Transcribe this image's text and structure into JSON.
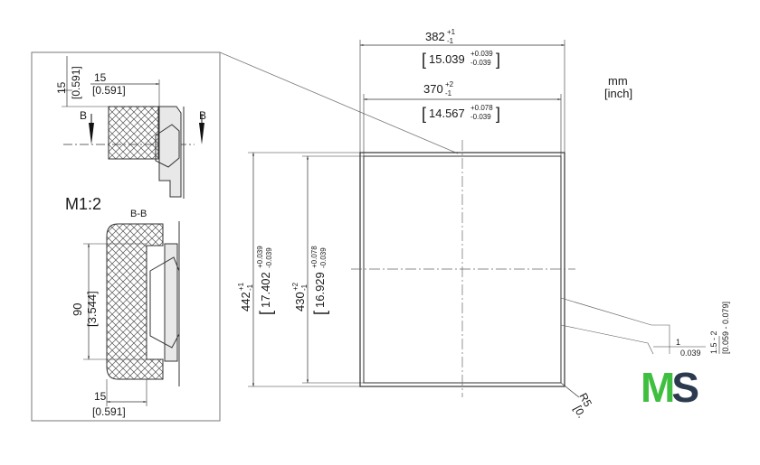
{
  "drawing": {
    "units": {
      "mm": "mm",
      "inch": "[inch]"
    },
    "top_dims": [
      {
        "mm": "382",
        "tol": "+1",
        "tol2": "-1",
        "inch": "15.039",
        "itol": "+0.039",
        "itol2": "-0.039"
      },
      {
        "mm": "370",
        "tol": "+2",
        "tol2": "-1",
        "inch": "14.567",
        "itol": "+0.078",
        "itol2": "-0.039"
      }
    ],
    "left_dims": [
      {
        "mm": "442",
        "tol": "+1",
        "tol2": "-1",
        "inch": "17.402",
        "itol": "+0.039",
        "itol2": "-0.039"
      },
      {
        "mm": "430",
        "tol": "+2",
        "tol2": "-1",
        "inch": "16.929",
        "itol": "+0.078",
        "itol2": "-0.039"
      }
    ],
    "right_dims": [
      {
        "mm": "1",
        "inch": "0.039"
      },
      {
        "mm": "1.5 - 2",
        "inch": "[0.059 - 0.079]"
      }
    ],
    "radius_label": {
      "mm": "R5",
      "inch": "[0."
    }
  },
  "detail": {
    "scale": "M1:2",
    "section": "B-B",
    "marker": "B",
    "dim_top_left": {
      "mm": "15",
      "inch": "[0.591]"
    },
    "dim_top": {
      "mm": "15",
      "inch": "[0.591]"
    },
    "dim_height": {
      "mm": "90",
      "inch": "[3.544]"
    },
    "dim_bottom": {
      "mm": "15",
      "inch": "[0.591]"
    }
  },
  "logo": {
    "m": "M",
    "s": "S"
  }
}
